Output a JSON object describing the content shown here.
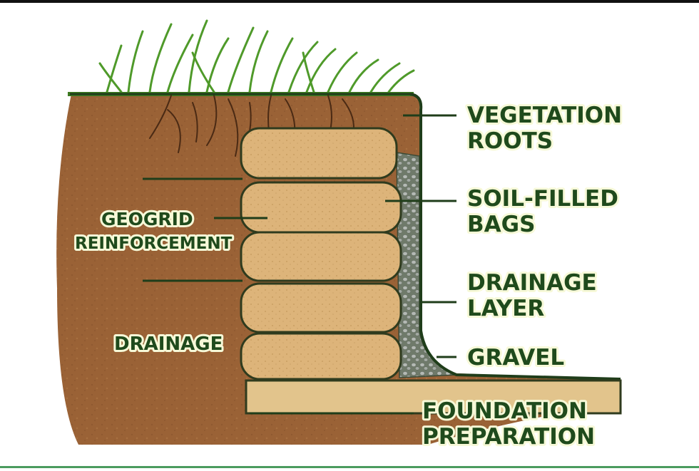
{
  "labels": {
    "vegetation_roots": [
      "VEGETATION",
      "ROOTS"
    ],
    "soil_filled_bags": [
      "SOIL-FILLED",
      "BAGS"
    ],
    "drainage_layer": [
      "DRAINAGE",
      "LAYER"
    ],
    "gravel": "GRAVEL",
    "foundation_preparation": [
      "FOUNDATION",
      "PREPARATION"
    ],
    "geogrid_reinforcement": [
      "GEOGRID",
      "REINFORCEMENT"
    ],
    "drainage": "DRAINAGE"
  },
  "colors": {
    "soil": "#9a6236",
    "soil_dark": "#7a4a28",
    "bag_fill": "#ddb47a",
    "bag_edge": "#2f3b1e",
    "foundation": "#e2c48c",
    "gravel": "#9aa0a0",
    "grass": "#4f9a2a",
    "root": "#4a2a14",
    "label_text": "#1f4a1c",
    "leader_line": "#1f3d1a"
  }
}
